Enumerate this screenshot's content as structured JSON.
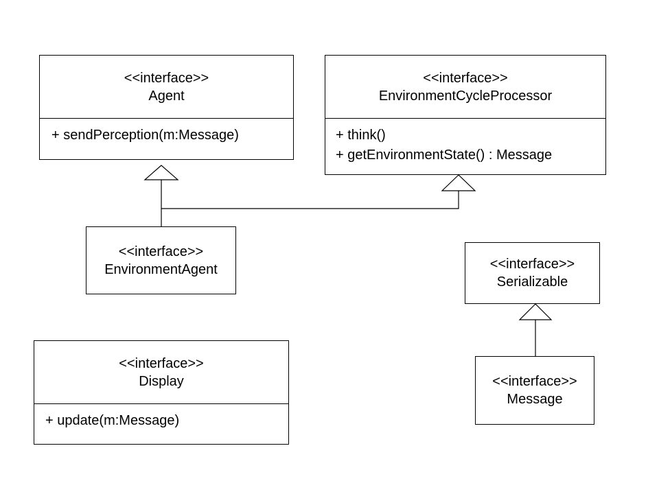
{
  "stereotype": "<<interface>>",
  "classes": {
    "agent": {
      "name": "Agent",
      "operations": [
        "+ sendPerception(m:Message)"
      ]
    },
    "environment_cycle_processor": {
      "name": "EnvironmentCycleProcessor",
      "operations": [
        "+ think()",
        "+ getEnvironmentState() : Message"
      ]
    },
    "environment_agent": {
      "name": "EnvironmentAgent",
      "operations": []
    },
    "serializable": {
      "name": "Serializable",
      "operations": []
    },
    "display": {
      "name": "Display",
      "operations": [
        "+ update(m:Message)"
      ]
    },
    "message": {
      "name": "Message",
      "operations": []
    }
  },
  "relations": [
    {
      "type": "generalization",
      "from": "EnvironmentAgent",
      "to": "Agent"
    },
    {
      "type": "generalization",
      "from": "EnvironmentAgent",
      "to": "EnvironmentCycleProcessor"
    },
    {
      "type": "generalization",
      "from": "Message",
      "to": "Serializable"
    }
  ],
  "colors": {
    "line": "#000000",
    "background": "#ffffff"
  }
}
